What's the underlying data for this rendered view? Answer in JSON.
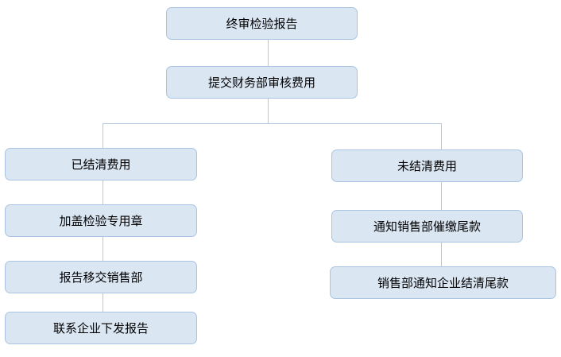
{
  "diagram": {
    "type": "flowchart",
    "nodes": {
      "final_report": "终审检验报告",
      "submit_finance": "提交财务部审核费用",
      "settled": "已结清费用",
      "stamp_seal": "加盖检验专用章",
      "transfer_sales": "报告移交销售部",
      "contact_issue": "联系企业下发报告",
      "unsettled": "未结清费用",
      "notify_sales": "通知销售部催缴尾款",
      "sales_notify_enterprise": "销售部通知企业结清尾款"
    },
    "edges": [
      [
        "final_report",
        "submit_finance"
      ],
      [
        "submit_finance",
        "settled"
      ],
      [
        "submit_finance",
        "unsettled"
      ],
      [
        "settled",
        "stamp_seal"
      ],
      [
        "stamp_seal",
        "transfer_sales"
      ],
      [
        "transfer_sales",
        "contact_issue"
      ],
      [
        "unsettled",
        "notify_sales"
      ],
      [
        "notify_sales",
        "sales_notify_enterprise"
      ]
    ],
    "colors": {
      "node_fill": "#dbe6f3",
      "node_border": "#a9c4e1",
      "connector": "#b3c9e0",
      "text": "#000000",
      "background": "#ffffff"
    }
  }
}
